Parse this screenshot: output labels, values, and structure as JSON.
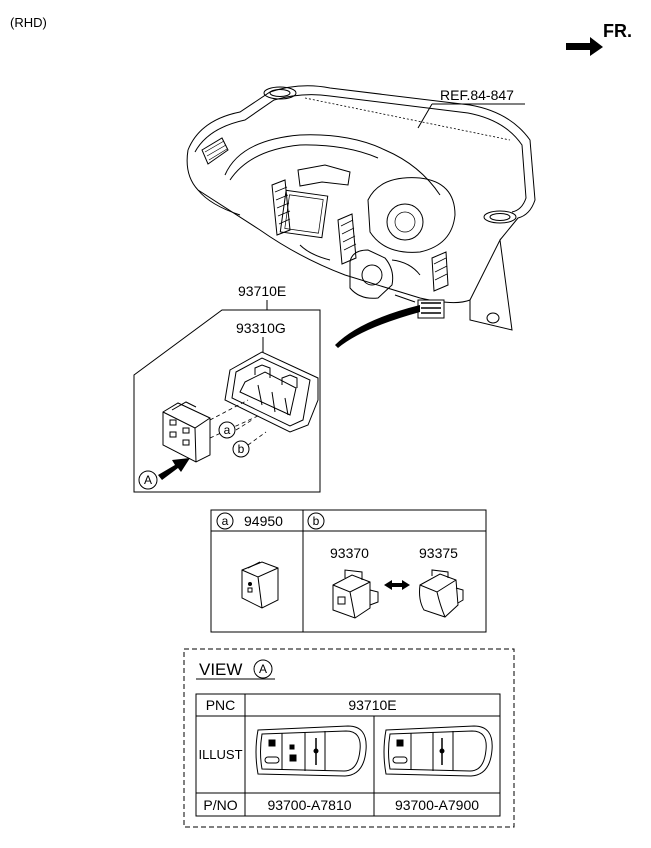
{
  "header": {
    "variant": "(RHD)",
    "front_label": "FR."
  },
  "callouts": {
    "ref": "REF.84-847",
    "assembly": "93710E",
    "bezel": "93310G",
    "marker_a": "a",
    "marker_b": "b",
    "view_marker": "A"
  },
  "parts_table": {
    "col_a_marker": "a",
    "col_a_part": "94950",
    "col_b_marker": "b",
    "col_b_part_1": "93370",
    "col_b_part_2": "93375"
  },
  "view_table": {
    "view_label": "VIEW",
    "view_marker": "A",
    "row_pnc_label": "PNC",
    "pnc_value": "93710E",
    "row_illust_label": "ILLUST",
    "row_pno_label": "P/NO",
    "part_numbers": [
      "93700-A7810",
      "93700-A7900"
    ]
  }
}
